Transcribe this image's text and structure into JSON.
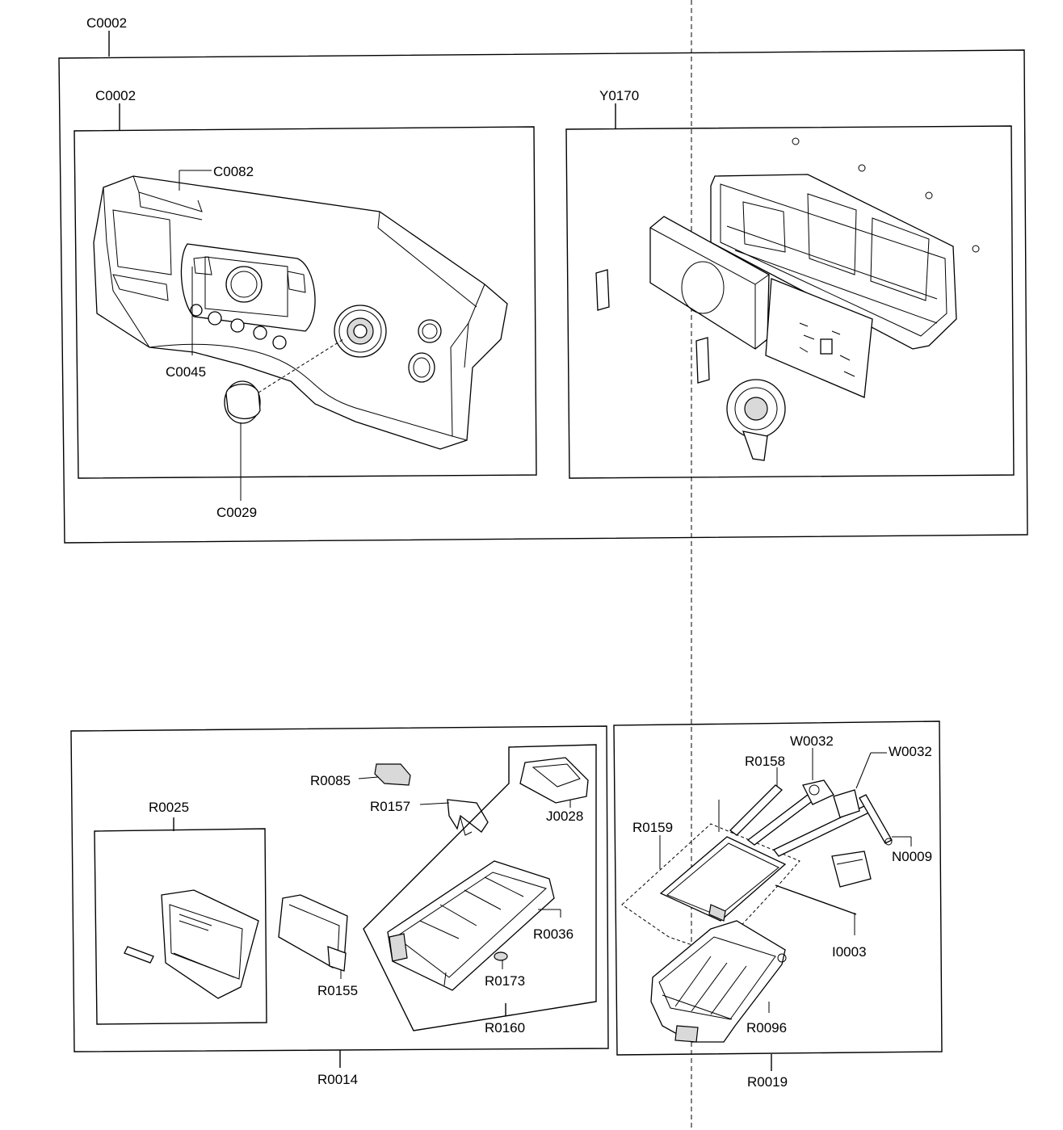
{
  "labels": {
    "top_outer": "C0002",
    "top_left_box": "C0002",
    "panel": "C0082",
    "display_window": "C0045",
    "knob": "C0029",
    "pcb_assembly": "Y0170",
    "dispenser_group": "R0014",
    "drawer_front": "R0025",
    "r0085": "R0085",
    "r0157": "R0157",
    "j0028": "J0028",
    "r0036": "R0036",
    "r0173": "R0173",
    "r0160": "R0160",
    "r0155": "R0155",
    "right_group": "R0019",
    "w0032_a": "W0032",
    "w0032_b": "W0032",
    "r0158": "R0158",
    "r0159": "R0159",
    "n0009": "N0009",
    "i0003": "I0003",
    "r0096": "R0096"
  }
}
